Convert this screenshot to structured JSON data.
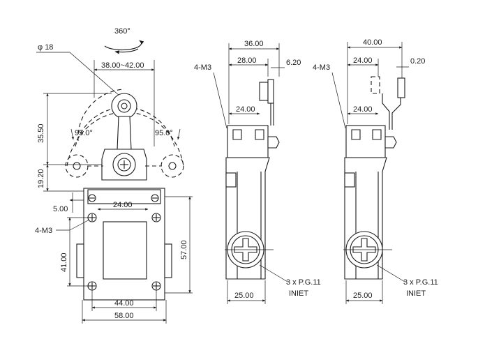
{
  "front_view": {
    "rotation": "360°",
    "roller_diameter": "φ 18",
    "width_range": "38.00~42.00",
    "height_upper": "35.50",
    "height_mid": "19.20",
    "angle_left": "95.0°",
    "angle_right": "95.0°",
    "screw_offset": "5.00",
    "screw_spacing_top": "24.00",
    "mount_label": "4-M3",
    "body_height_inner": "41.00",
    "body_height_total": "57.00",
    "body_width_inner": "44.00",
    "body_width_total": "58.00"
  },
  "side_view_1": {
    "mount_label": "4-M3",
    "width_total": "36.00",
    "width_inner": "28.00",
    "lever_thickness": "6.20",
    "screw_spacing": "24.00",
    "body_depth": "25.00",
    "inlet_label": "3 x P.G.11",
    "inlet_word": "INIET"
  },
  "side_view_2": {
    "mount_label": "4-M3",
    "width_total": "40.00",
    "width_inner": "24.00",
    "lever_thickness": "0.20",
    "screw_spacing": "24.00",
    "body_depth": "25.00",
    "inlet_label": "3 x P.G.11",
    "inlet_word": "INIET"
  }
}
